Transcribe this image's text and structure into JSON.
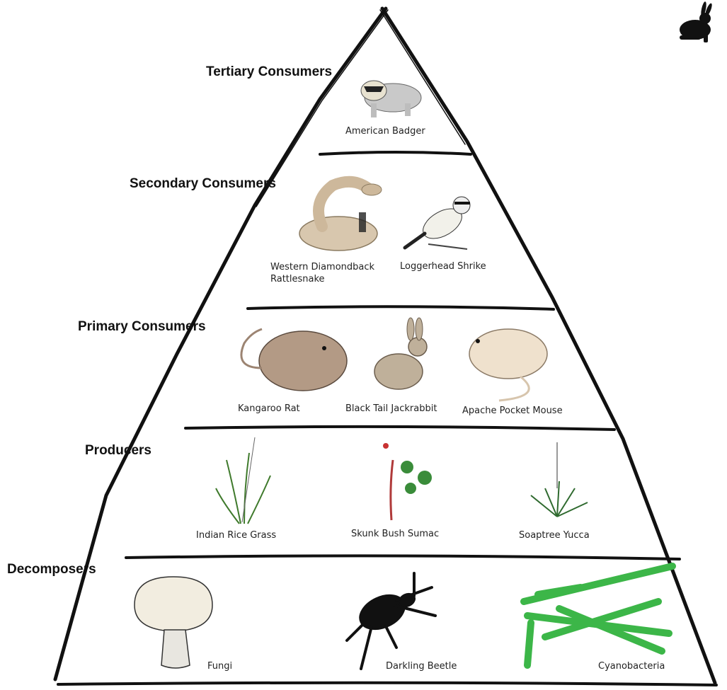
{
  "levels": [
    {
      "label": "Tertiary Consumers",
      "organisms": [
        "American Badger"
      ]
    },
    {
      "label": "Secondary Consumers",
      "organisms": [
        "Western Diamondback Rattlesnake",
        "Loggerhead Shrike"
      ]
    },
    {
      "label": "Primary Consumers",
      "organisms": [
        "Kangaroo Rat",
        "Black Tail Jackrabbit",
        "Apache Pocket Mouse"
      ]
    },
    {
      "label": "Producers",
      "organisms": [
        "Indian Rice Grass",
        "Skunk Bush Sumac",
        "Soaptree Yucca"
      ]
    },
    {
      "label": "Decomposers",
      "organisms": [
        "Fungi",
        "Darkling Beetle",
        "Cyanobacteria"
      ]
    }
  ],
  "logo": "jackrabbit-silhouette-icon",
  "colors": {
    "outline": "#111111",
    "cyanobacteria": "#3cb648",
    "sumac_stem": "#b03a3a",
    "grass": "#3f7a2c"
  }
}
